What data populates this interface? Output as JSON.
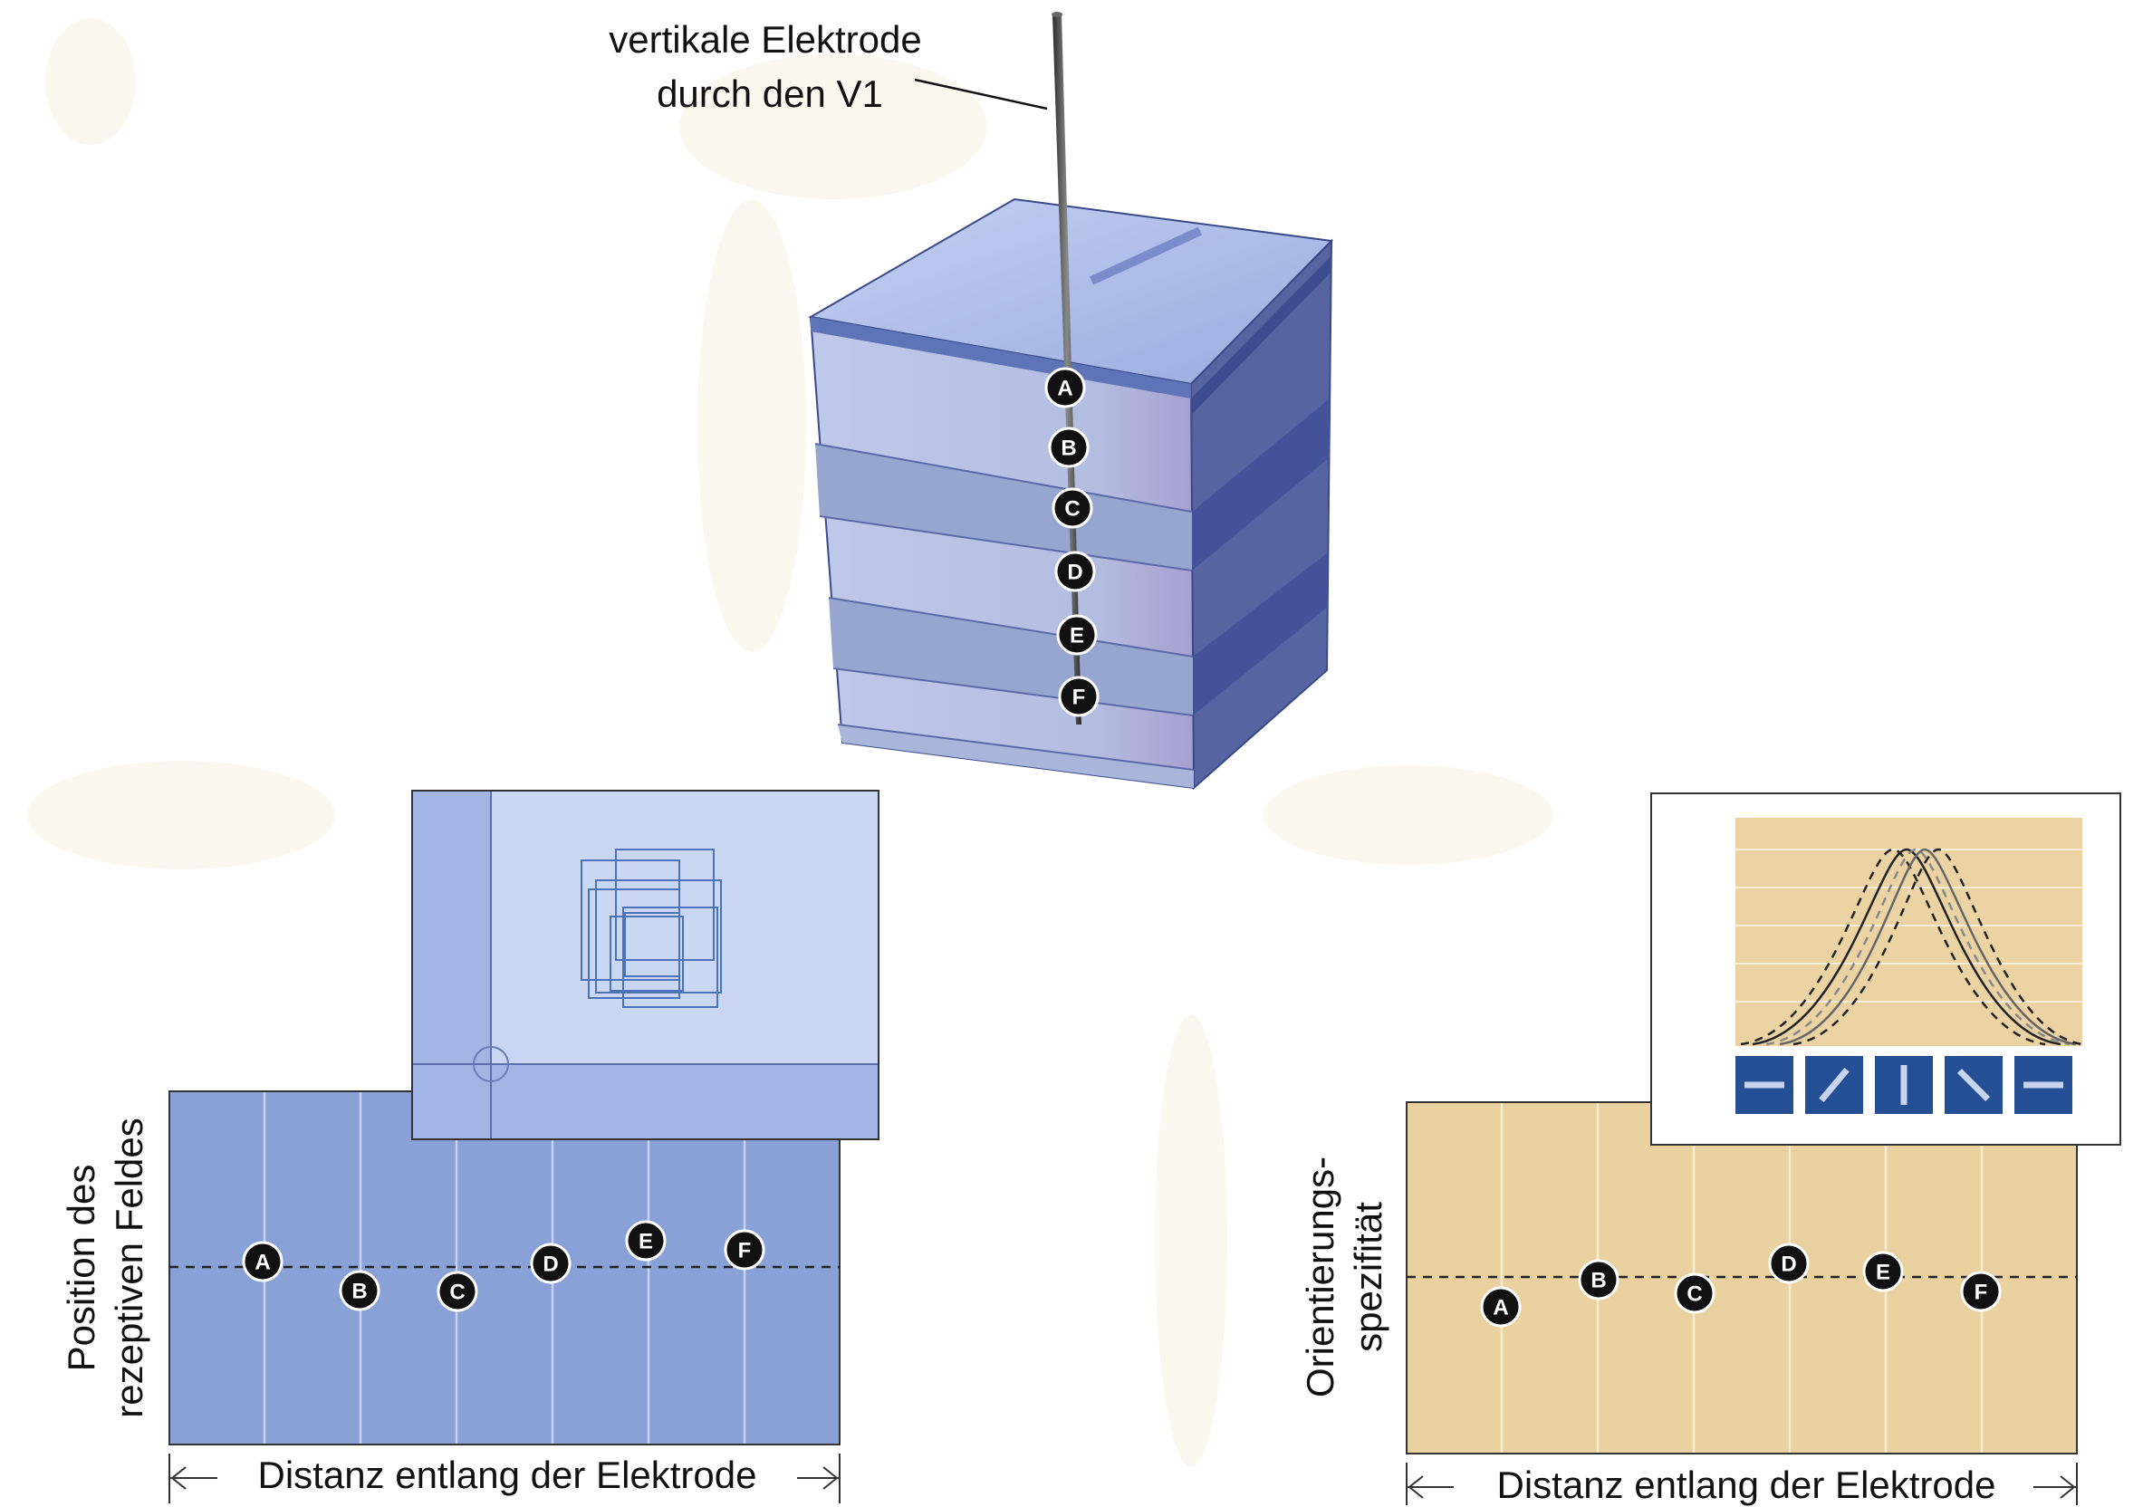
{
  "electrode": {
    "label_line1": "vertikale Elektrode",
    "label_line2": "durch den V1",
    "markers": [
      "A",
      "B",
      "C",
      "D",
      "E",
      "F"
    ]
  },
  "colors": {
    "cube_front": "#b7c3e3",
    "cube_side": "#4f5e9b",
    "cube_top": "#a9b8e6",
    "blue_panel": "#8ba3d9",
    "blue_inset": "#c9d7f3",
    "tan_panel": "#ead1a0",
    "orient_icon": "#244f94"
  },
  "left_plot": {
    "ylabel_line1": "Position des",
    "ylabel_line2": "rezeptiven Feldes",
    "xlabel": "Distanz entlang der Elektrode"
  },
  "right_plot": {
    "ylabel_line1": "Orientierungs-",
    "ylabel_line2": "spezifität",
    "xlabel": "Distanz entlang der Elektrode"
  },
  "orientation_icons": [
    "horizontal-bar-icon",
    "diagonal-bar-right-icon",
    "vertical-bar-icon",
    "diagonal-bar-left-icon",
    "horizontal-bar-icon"
  ]
}
